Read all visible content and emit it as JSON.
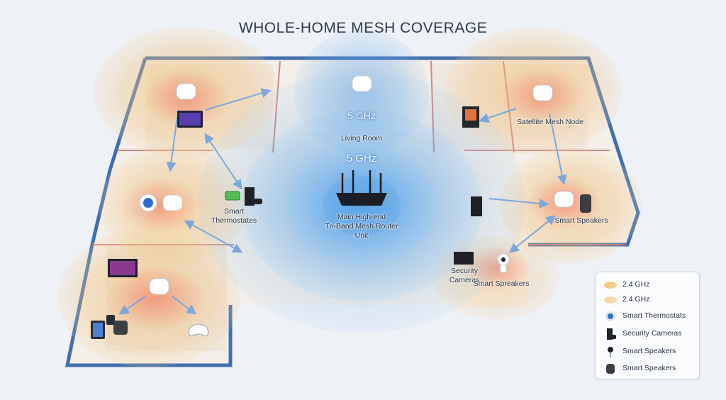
{
  "title": "WHOLE-HOME MESH COVERAGE",
  "labels": {
    "band_top": "5 GHz",
    "living_room": "Living Room",
    "band_center": "5 GHz",
    "main_router": "Main High-end\nTri-Band Mesh Router\nUnit",
    "satellite_node": "Satellite Mesh Node",
    "smart_thermostats": "Smart\nThermostates",
    "smart_speakers_right": "Smart Speakers",
    "security_cameras": "Security\nCameras",
    "smart_speakers_bottom": "Smart Spreakers"
  },
  "legend": [
    {
      "label": "2.4 GHz",
      "icon": "orange-band-swatch"
    },
    {
      "label": "2.4 GHz",
      "icon": "orange-band-swatch"
    },
    {
      "label": "Smart Thermostats",
      "icon": "thermostat-icon"
    },
    {
      "label": "Security Cameras",
      "icon": "console-camera-icon"
    },
    {
      "label": "Smart Speakers",
      "icon": "security-camera-icon"
    },
    {
      "label": "Smart Speakers",
      "icon": "smart-speaker-icon"
    }
  ],
  "colors": {
    "band_5ghz": "#4a9ee8",
    "band_24ghz": "#f2b96a",
    "node_hotspot": "#ee7f6f",
    "wall": "#3f6fb0",
    "arrow": "#7aa7dc"
  }
}
